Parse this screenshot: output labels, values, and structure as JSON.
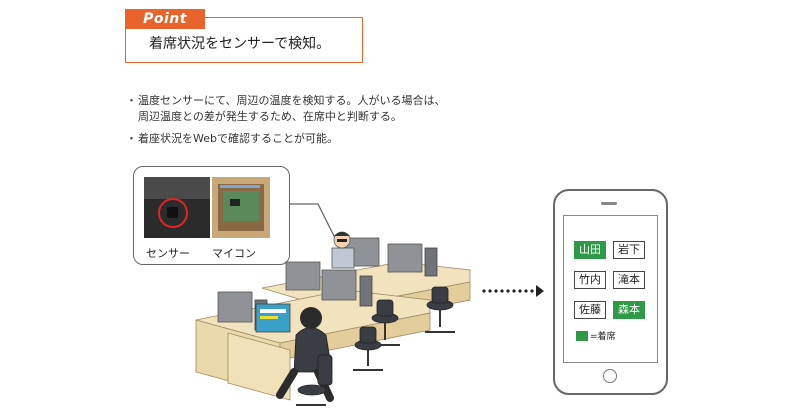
{
  "point": {
    "tag": "Point",
    "title": "着席状況をセンサーで検知。"
  },
  "bullets": [
    "温度センサーにて、周辺の温度を検知する。人がいる場合は、",
    "周辺温度との差が発生するため、在席中と判断する。",
    "着座状況をWebで確認することが可能。"
  ],
  "captions": {
    "sensor": "センサー",
    "microcomputer": "マイコン"
  },
  "phone": {
    "seats": [
      {
        "name": "山田",
        "seated": true
      },
      {
        "name": "岩下",
        "seated": false
      },
      {
        "name": "竹内",
        "seated": false
      },
      {
        "name": "滝本",
        "seated": false
      },
      {
        "name": "佐藤",
        "seated": false
      },
      {
        "name": "森本",
        "seated": true
      }
    ],
    "legend": "=着席"
  },
  "colors": {
    "accent": "#e8642c",
    "seated": "#2e9a47",
    "alert_ring": "#e0242a"
  }
}
